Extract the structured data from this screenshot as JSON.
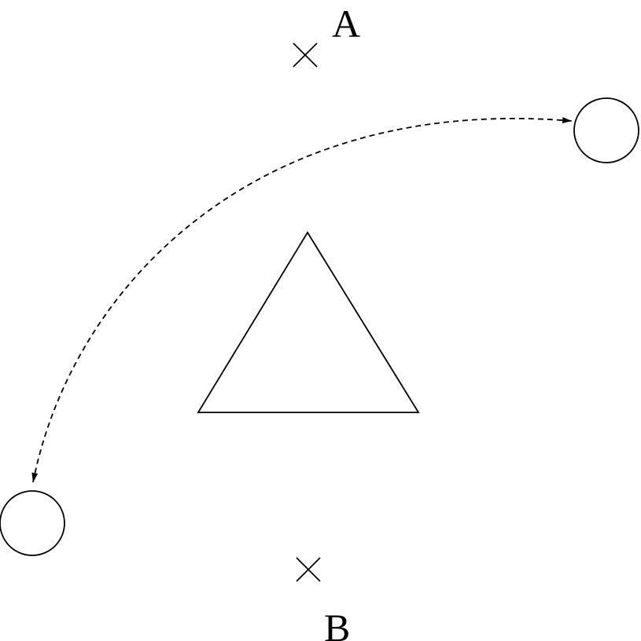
{
  "diagram": {
    "points": [
      {
        "id": "A",
        "label": "A"
      },
      {
        "id": "B",
        "label": "B"
      }
    ],
    "shapes": {
      "central": "triangle",
      "markers": [
        "cross-marker",
        "cross-marker"
      ],
      "endpoints": [
        "circle",
        "circle"
      ]
    },
    "connector": {
      "style": "dashed",
      "direction": "both-ends-arrow"
    },
    "colors": {
      "ink": "#000000",
      "background": "#ffffff"
    }
  }
}
